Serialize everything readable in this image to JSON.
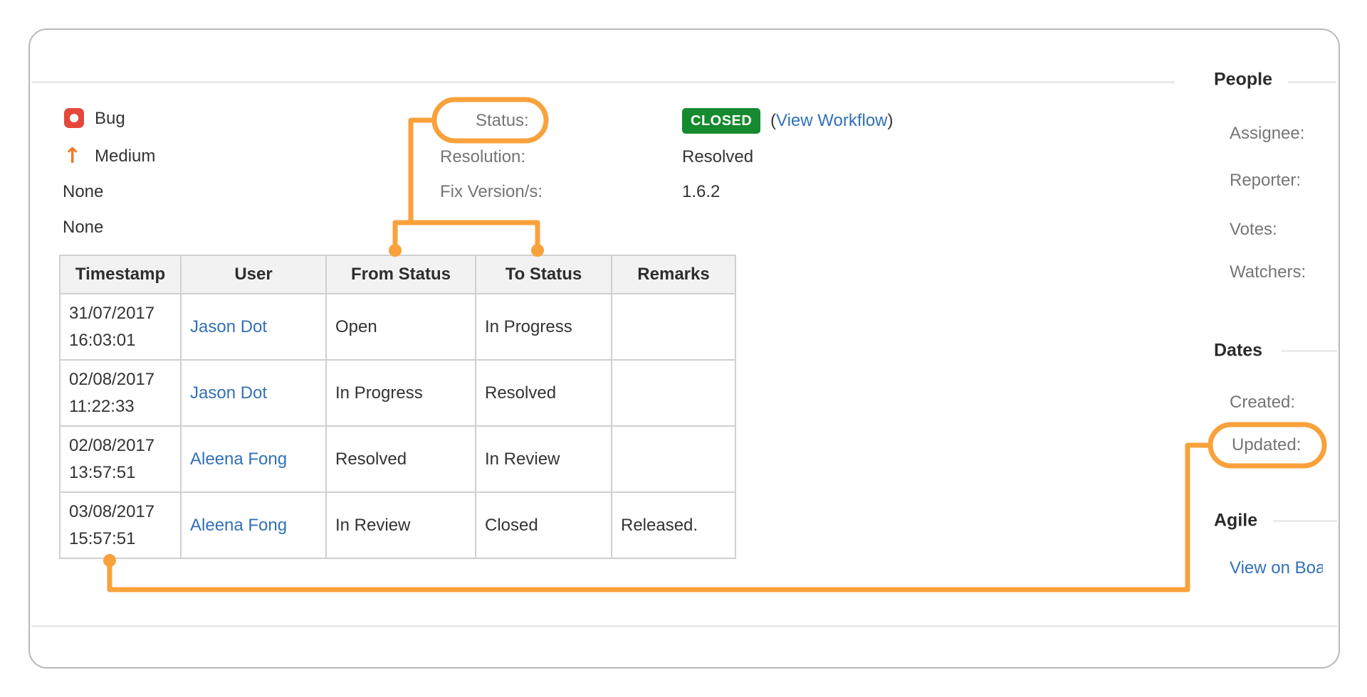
{
  "colors": {
    "annotation_orange": "#F9A13B",
    "status_badge_green": "#168A2E",
    "link_blue": "#3270B8",
    "bug_red": "#E5483B",
    "priority_orange": "#EE7B28",
    "table_border_gray": "#d0d0d0"
  },
  "details_panel": {
    "type_label": "Bug",
    "priority_label": "Medium",
    "none_value_1": "None",
    "none_value_2": "None",
    "status": {
      "label": "Status:",
      "badge": "CLOSED",
      "paren_open": "(",
      "workflow_link": "View Workflow",
      "paren_close": ")"
    },
    "resolution": {
      "label": "Resolution:",
      "value": "Resolved"
    },
    "fix_versions": {
      "label": "Fix Version/s:",
      "value": "1.6.2"
    }
  },
  "history_table": {
    "headers": [
      "Timestamp",
      "User",
      "From Status",
      "To Status",
      "Remarks"
    ],
    "rows": [
      {
        "date": "31/07/2017",
        "time": "16:03:01",
        "user": "Jason Dot",
        "from_status": "Open",
        "to_status": "In Progress",
        "remarks": ""
      },
      {
        "date": "02/08/2017",
        "time": "11:22:33",
        "user": "Jason Dot",
        "from_status": "In Progress",
        "to_status": "Resolved",
        "remarks": ""
      },
      {
        "date": "02/08/2017",
        "time": "13:57:51",
        "user": "Aleena Fong",
        "from_status": "Resolved",
        "to_status": "In Review",
        "remarks": ""
      },
      {
        "date": "03/08/2017",
        "time": "15:57:51",
        "user": "Aleena Fong",
        "from_status": "In Review",
        "to_status": "Closed",
        "remarks": "Released."
      }
    ]
  },
  "sidebar": {
    "people": {
      "heading": "People",
      "labels": [
        "Assignee:",
        "Reporter:",
        "Votes:",
        "Watchers:"
      ]
    },
    "dates": {
      "heading": "Dates",
      "created_label": "Created:",
      "updated_label": "Updated:"
    },
    "agile": {
      "heading": "Agile",
      "board_link": "View on Board"
    }
  }
}
